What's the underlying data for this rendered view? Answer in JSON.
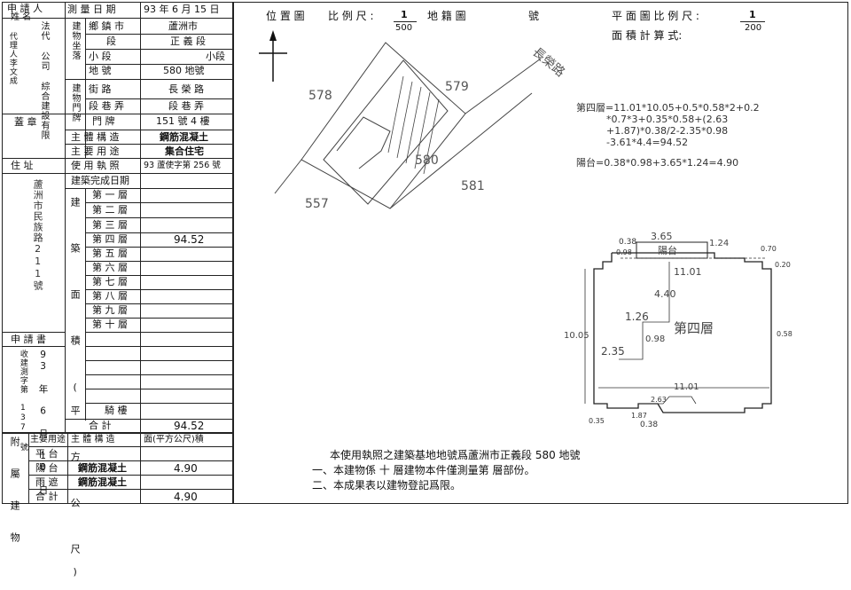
{
  "left_table": {
    "applicant_label": "申 請 人",
    "name_label": "姓 名",
    "company_name": "法代 公司 綜合建設有限",
    "company_rep": "代理人李文成",
    "survey_date_label": "測 量 日 期",
    "survey_date": "93 年 6 月 15 日",
    "township_label": "鄉 鎮 市",
    "township_value": "蘆洲市",
    "section_label": "段",
    "section_value": "正 義 段",
    "subsection_label": "小 段",
    "subsection_value": "小段",
    "lot_no_label": "地 號",
    "lot_no_value": "580 地號",
    "building_location_label": "建物坐落",
    "doorplate_group_label": "建物門牌",
    "street_label": "街 路",
    "street_value": "長 榮 路",
    "lane_label": "段 巷 弄",
    "lane_value": "段 巷 弄",
    "number_label": "門 牌",
    "number_value": "151 號 4 樓",
    "seal_label": "蓋 章",
    "main_structure_label": "主 體 構 造",
    "main_structure_value": "鋼筋混凝土",
    "main_use_label": "主 要 用 途",
    "main_use_value": "集合住宅",
    "address_label": "住 址",
    "license_label": "使 用 執 照",
    "license_value": "93 蘆使字第 256 號",
    "completion_label": "建築完成日期",
    "address_value": "蘆洲市民族路211號",
    "area_group_label": "建 築 面 積 (平 方 公 尺)",
    "floors": [
      {
        "label": "第 一 層",
        "value": ""
      },
      {
        "label": "第 二 層",
        "value": ""
      },
      {
        "label": "第 三 層",
        "value": ""
      },
      {
        "label": "第 四 層",
        "value": "94.52"
      },
      {
        "label": "第 五 層",
        "value": ""
      },
      {
        "label": "第 六 層",
        "value": ""
      },
      {
        "label": "第 七 層",
        "value": ""
      },
      {
        "label": "第 八 層",
        "value": ""
      },
      {
        "label": "第 九 層",
        "value": ""
      },
      {
        "label": "第 十 層",
        "value": ""
      }
    ],
    "application_label": "申 請 書",
    "application_date": "93 年 6 月 10 日",
    "application_no": "收建測字第 137 號",
    "tower_label": "騎 樓",
    "total_label": "合 計",
    "total_value": "94.52",
    "attached_label": "附 屬 建 物",
    "attached_use_label": "主要用途",
    "attached_struct_label": "主 體 構 造",
    "attached_area_label": "面(平方公尺)積",
    "attached_rows": [
      {
        "use": "平 台",
        "structure": "",
        "area": ""
      },
      {
        "use": "陽 台",
        "structure": "鋼筋混凝土",
        "area": "4.90"
      },
      {
        "use": "雨 遮",
        "structure": "鋼筋混凝土",
        "area": ""
      },
      {
        "use": "合 計",
        "structure": "",
        "area": "4.90"
      }
    ]
  },
  "location_map": {
    "title": "位 置 圖",
    "scale_label": "比 例 尺 :",
    "scale_num": "1",
    "scale_den": "500",
    "cadastral_label": "地 籍 圖",
    "number_label": "號",
    "lots": [
      "578",
      "579",
      "580",
      "581",
      "557"
    ],
    "road": "長榮路"
  },
  "floor_plan": {
    "title": "平 面 圖 比 例 尺 :",
    "scale_num": "1",
    "scale_den": "200",
    "area_calc_label": "面 積 計 算 式:",
    "formula_line1": "第四層=11.01*10.05+0.5*0.58*2+0.2",
    "formula_line2": "*0.7*3+0.35*0.58+(2.63",
    "formula_line3": "+1.87)*0.38/2-2.35*0.98",
    "formula_line4": "-3.61*4.4=94.52",
    "balcony_formula": "陽台=0.38*0.98+3.65*1.24=4.90",
    "floor_name": "第四層",
    "balcony_name": "陽台",
    "dims": {
      "top_width": "3.65",
      "balcony_depth": "1.24",
      "left_small": "0.38",
      "left_small2": "0.98",
      "width_main": "11.01",
      "inner_height": "4.40",
      "step": "1.26",
      "step2": "0.98",
      "left_height": "10.05",
      "notch": "2.35",
      "bottom_width": "11.01",
      "bottom_a": "2.63",
      "bottom_b": "1.87",
      "bottom_c": "0.38",
      "corner_a": "0.70",
      "corner_b": "0.20",
      "corner_c": "0.35",
      "corner_d": "0.58"
    }
  },
  "notes": {
    "line1": "本使用執照之建築基地地號爲蘆洲市正義段 580 地號",
    "line2": "一、本建物係 十 層建物本件僅測量第 層部份。",
    "line3": "二、本成果表以建物登記爲限。"
  }
}
